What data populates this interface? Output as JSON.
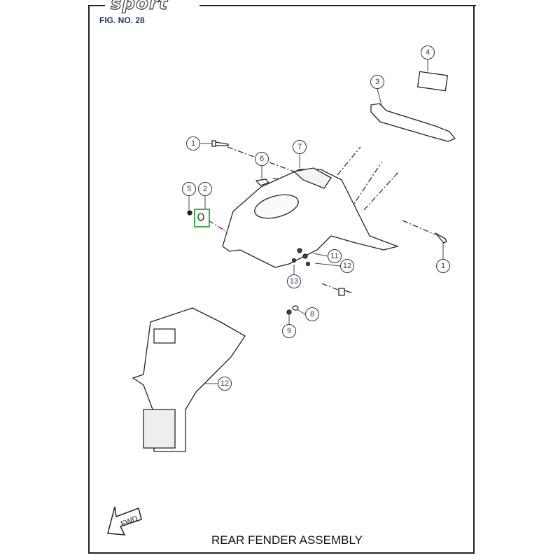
{
  "header": {
    "logo_text": "sport",
    "figure_number": "FIG. NO. 28"
  },
  "footer": {
    "title": "REAR FENDER ASSEMBLY",
    "fwd_label": "FWD"
  },
  "callouts": [
    {
      "label": "1"
    },
    {
      "label": "6"
    },
    {
      "label": "7"
    },
    {
      "label": "5"
    },
    {
      "label": "2"
    },
    {
      "label": "4"
    },
    {
      "label": "3"
    },
    {
      "label": "1"
    },
    {
      "label": "11"
    },
    {
      "label": "12"
    },
    {
      "label": "13"
    },
    {
      "label": "8"
    },
    {
      "label": "9"
    },
    {
      "label": "12"
    }
  ],
  "highlight": {
    "target_part": "2",
    "color": "#3bb34a"
  }
}
